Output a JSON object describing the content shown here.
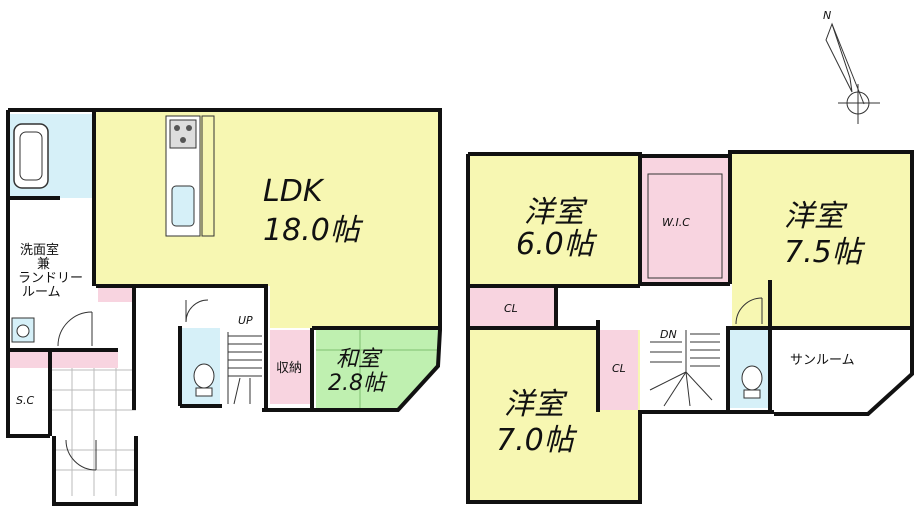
{
  "compass": {
    "label": "N"
  },
  "floor1": {
    "ldk": {
      "name": "LDK",
      "size": "18.0帖"
    },
    "washroom": {
      "line1": "洗面室",
      "line2": "兼",
      "line3": "ランドリー",
      "line4": "ルーム"
    },
    "sc": {
      "label": "S.C"
    },
    "up": {
      "label": "UP"
    },
    "storage": {
      "label": "収納"
    },
    "washitsu": {
      "name": "和室",
      "size": "2.8帖"
    }
  },
  "floor2": {
    "room6": {
      "name": "洋室",
      "size": "6.0帖"
    },
    "wic": {
      "label": "W.I.C"
    },
    "room75": {
      "name": "洋室",
      "size": "7.5帖"
    },
    "cl_a": {
      "label": "CL"
    },
    "cl_b": {
      "label": "CL"
    },
    "dn": {
      "label": "DN"
    },
    "room70": {
      "name": "洋室",
      "size": "7.0帖"
    },
    "sunroom": {
      "label": "サンルーム"
    }
  },
  "colors": {
    "yellow": "#f7f7b2",
    "pink": "#f8d4e0",
    "green": "#bff0b0",
    "blue": "#d6f0f8",
    "wall": "#111111"
  }
}
